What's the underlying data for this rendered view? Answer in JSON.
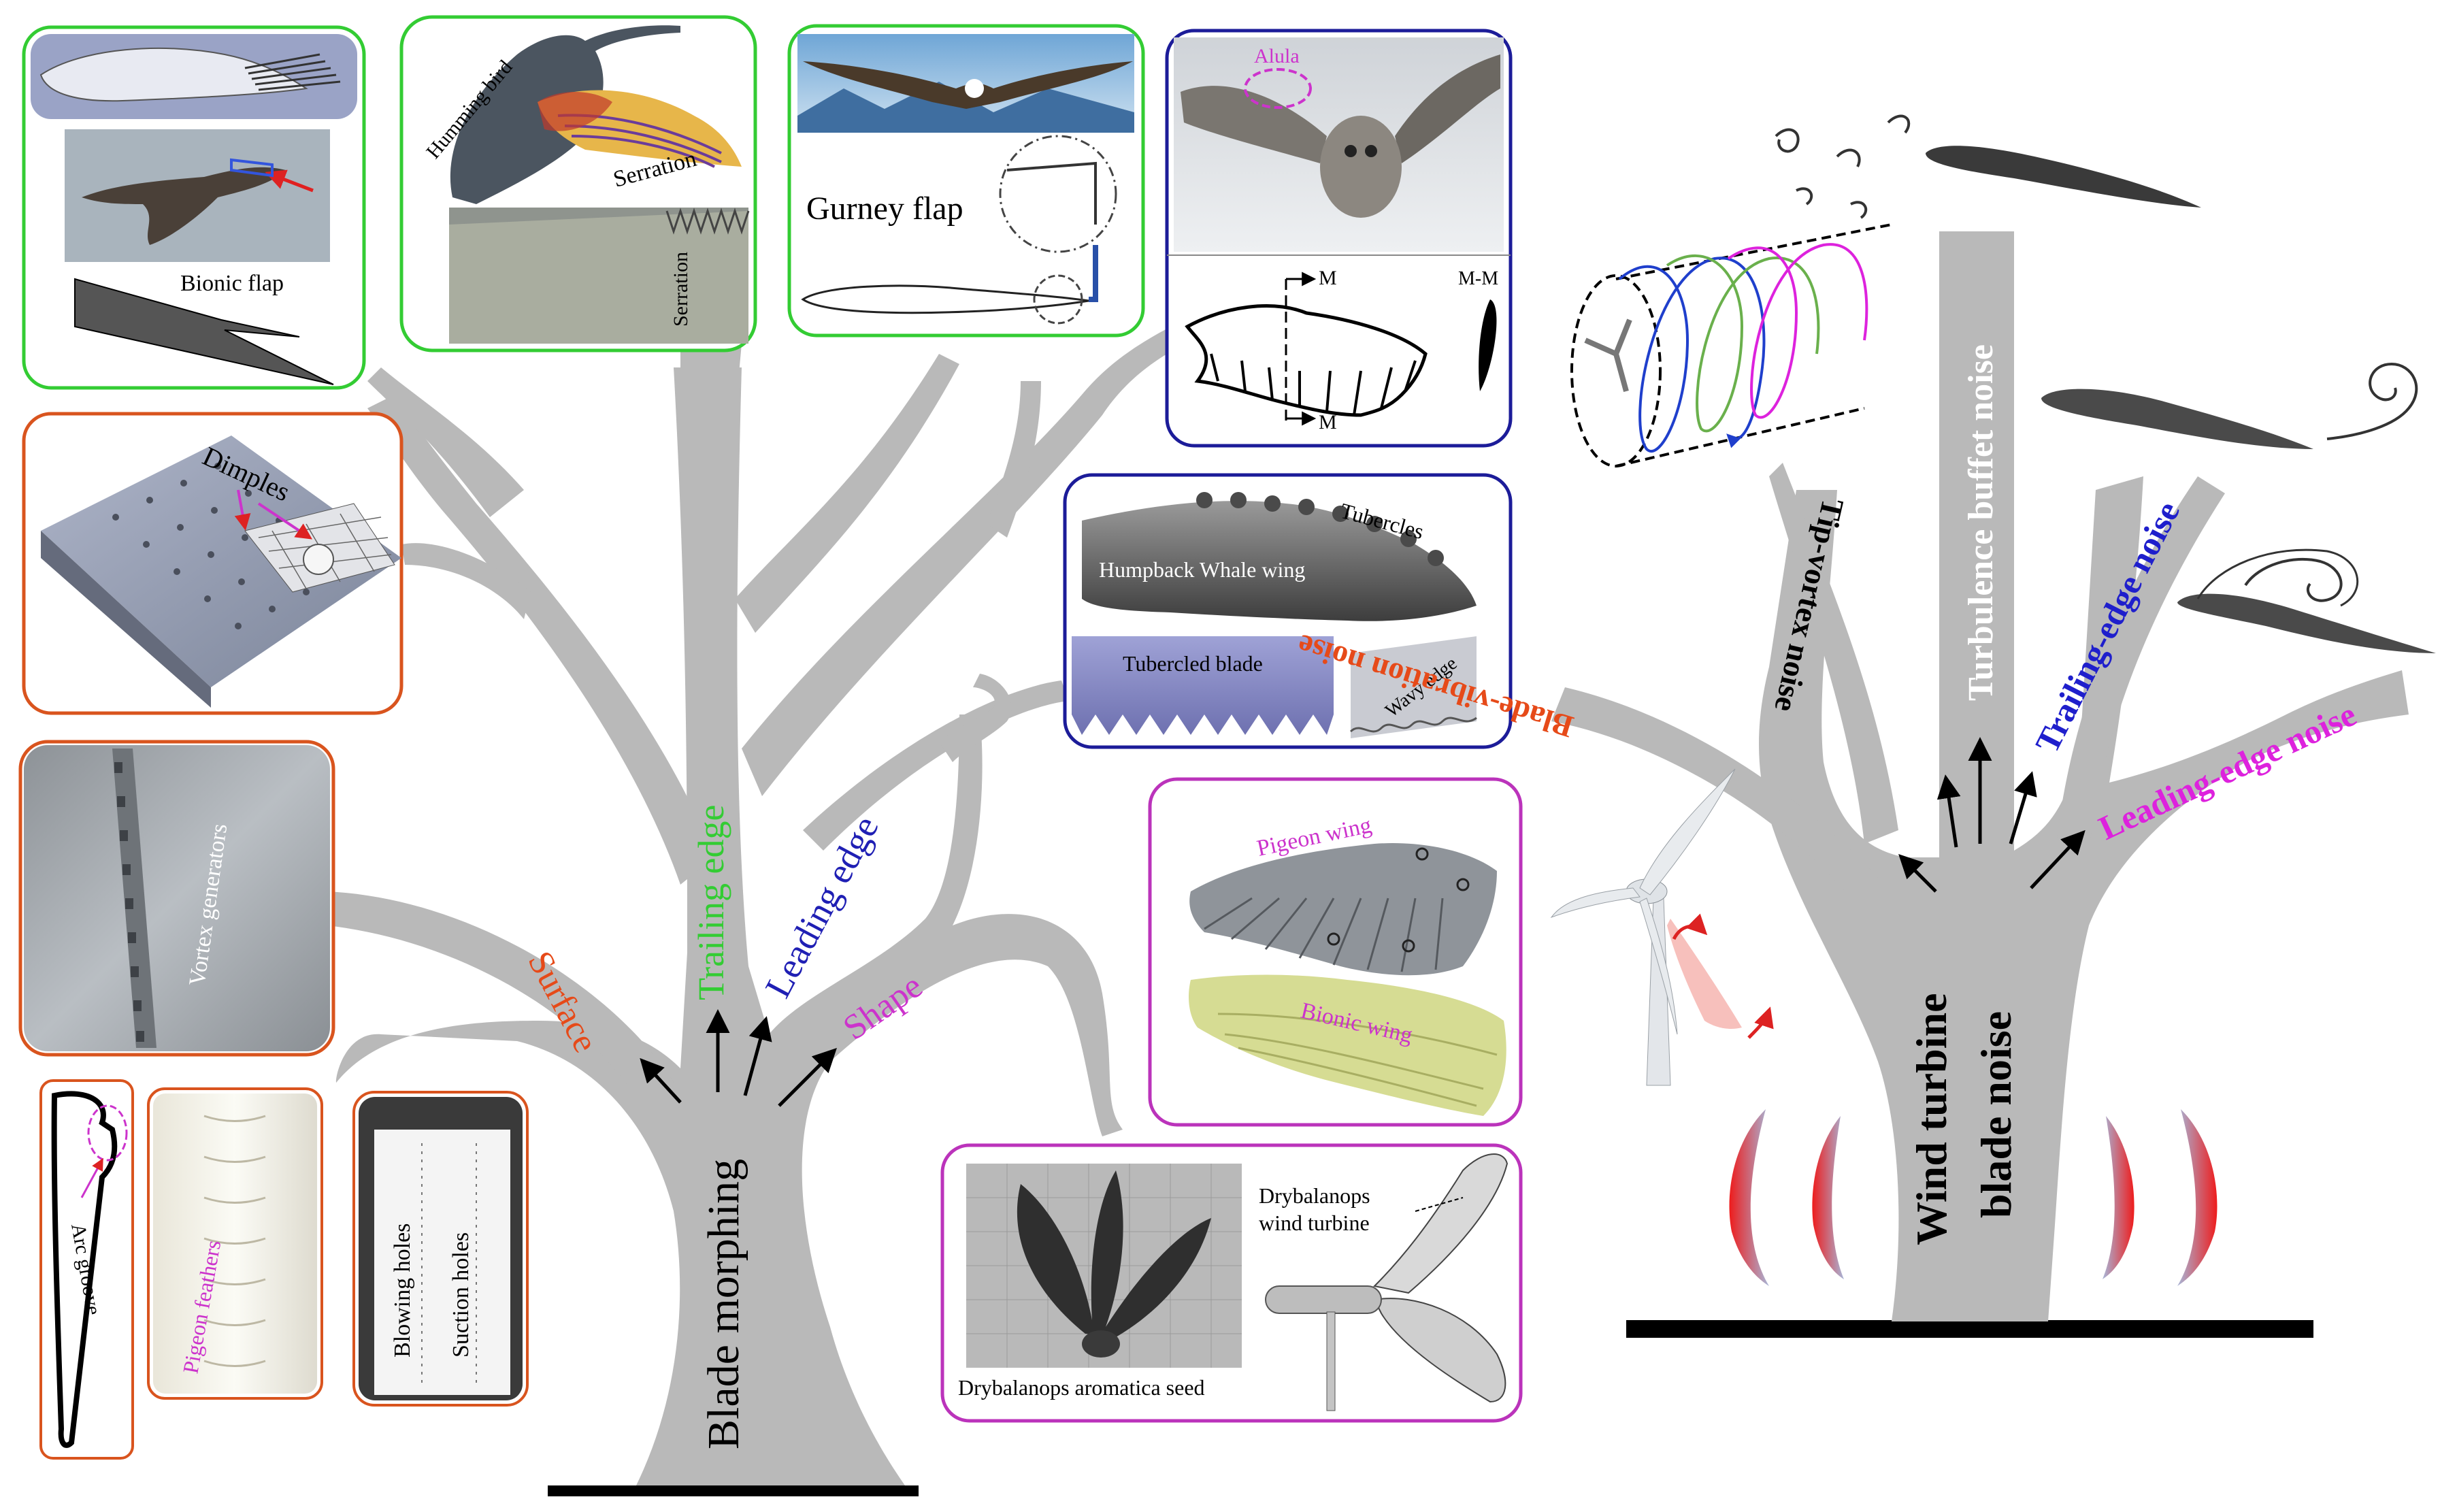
{
  "left_tree": {
    "trunk_label": "Blade morphing",
    "branches": {
      "surface": "Surface",
      "trailing_edge": "Trailing edge",
      "leading_edge": "Leading edge",
      "shape": "Shape"
    },
    "colors": {
      "surface": "#e64a19",
      "trailing_edge": "#33cc33",
      "leading_edge": "#1f1fb4",
      "shape": "#cc33cc"
    }
  },
  "panels": {
    "bionic_flap": "Bionic flap",
    "humming_bird": "Humming bird",
    "serration": "Serration",
    "serration_photo": "Serration",
    "gurney_flap": "Gurney flap",
    "alula": "Alula",
    "section_mark": "M",
    "section_mark_b": "M",
    "section_label": "M-M",
    "dimples": "Dimples",
    "tubercles": "Tubercles",
    "humpback_wing": "Humpback Whale wing",
    "tubercled_blade": "Tubercled blade",
    "wavy_edge": "Wavy edge",
    "vortex_generators": "Vortex generators",
    "pigeon_wing": "Pigeon wing",
    "bionic_wing": "Bionic wing",
    "arc_groove": "Arc groove",
    "pigeon_feathers": "Pigeon feathers",
    "blowing_holes": "Blowing holes",
    "suction_holes": "Suction holes",
    "drybalanops_turbine_line1": "Drybalanops",
    "drybalanops_turbine_line2": "wind turbine",
    "drybalanops_seed": "Drybalanops aromatica seed"
  },
  "right_tree": {
    "trunk_line1": "Wind turbine",
    "trunk_line2": "blade noise",
    "branches": {
      "blade_vibration": "Blade-vibration noise",
      "tip_vortex": "Tip-vortex noise",
      "turbulence_buffet": "Turbulence buffet noise",
      "trailing_edge": "Trailing-edge noise",
      "leading_edge": "Leading-edge noise"
    },
    "colors": {
      "blade_vibration": "#e64a19",
      "tip_vortex": "#000000",
      "turbulence_buffet": "#ffffff",
      "trailing_edge": "#1f1fcc",
      "leading_edge": "#dd22dd"
    }
  },
  "panel_border_colors": {
    "green": "#33cc33",
    "orange": "#d9541e",
    "blue": "#1c1c99",
    "magenta": "#bb33bb"
  }
}
